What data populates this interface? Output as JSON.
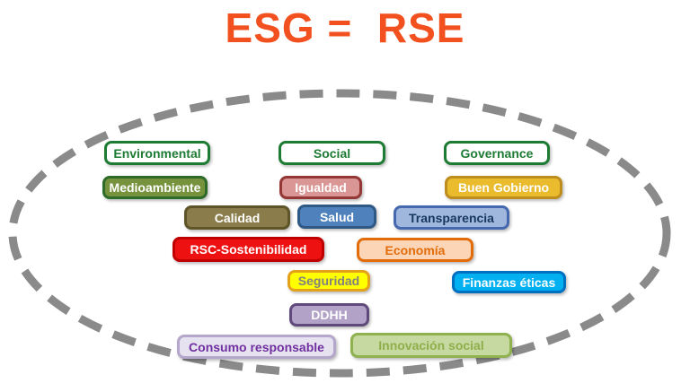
{
  "title": {
    "text": "ESG =  RSE",
    "color": "#F2511F"
  },
  "ellipse": {
    "color": "#8A8A8A"
  },
  "headers": [
    {
      "label": "Environmental",
      "fill": "#FFFFFF",
      "border": "#1E7B34",
      "text": "#1E7B34"
    },
    {
      "label": "Social",
      "fill": "#FFFFFF",
      "border": "#1E7B34",
      "text": "#1E7B34"
    },
    {
      "label": "Governance",
      "fill": "#FFFFFF",
      "border": "#1E7B34",
      "text": "#1E7B34"
    }
  ],
  "boxes": [
    {
      "label": "Medioambiente",
      "fill": "#76923C",
      "border": "#2F6B28",
      "text": "#FFFFFF"
    },
    {
      "label": "Igualdad",
      "fill": "#D99694",
      "border": "#953735",
      "text": "#FFFFFF"
    },
    {
      "label": "Buen Gobierno",
      "fill": "#E9BB2D",
      "border": "#BD8E1E",
      "text": "#FFFFFF"
    },
    {
      "label": "Calidad",
      "fill": "#8B7C4B",
      "border": "#5E5427",
      "text": "#FFFFFF"
    },
    {
      "label": "Salud",
      "fill": "#4F81BD",
      "border": "#2E5984",
      "text": "#FFFFFF"
    },
    {
      "label": "Transparencia",
      "fill": "#9FB7DC",
      "border": "#4668AE",
      "text": "#17375E"
    },
    {
      "label": "RSC-Sostenibilidad",
      "fill": "#EE1111",
      "border": "#C00000",
      "text": "#FFFFFF"
    },
    {
      "label": "Economía",
      "fill": "#FBD5B5",
      "border": "#E36C0A",
      "text": "#E36C0A"
    },
    {
      "label": "Seguridad",
      "fill": "#FFFF00",
      "border": "#E3A21A",
      "text": "#808080"
    },
    {
      "label": "Finanzas éticas",
      "fill": "#00B0F0",
      "border": "#0070C0",
      "text": "#FFFFFF"
    },
    {
      "label": "DDHH",
      "fill": "#B2A2C7",
      "border": "#604A7B",
      "text": "#FFFFFF"
    },
    {
      "label": "Consumo responsable",
      "fill": "#E7E2EF",
      "border": "#B5A6CB",
      "text": "#7030A0"
    },
    {
      "label": "Innovación social",
      "fill": "#C5D9A0",
      "border": "#8FB14E",
      "text": "#8FAF4C"
    }
  ]
}
